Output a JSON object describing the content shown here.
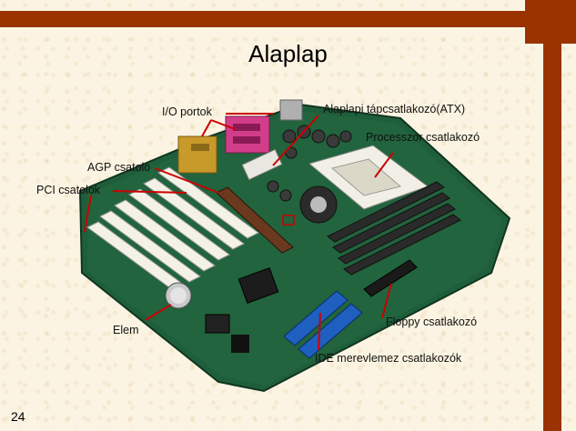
{
  "slide": {
    "title": "Alaplap",
    "page_number": "24"
  },
  "labels": {
    "io": "I/O portok",
    "atx": "Alaplapi tápcsatlakozó(ATX)",
    "cpu": "Processzor csatlakozó",
    "agp": "AGP csatoló",
    "pci": "PCI csatolók",
    "battery": "Elem",
    "floppy": "Floppy csatlakozó",
    "ide": "IDE merevlemez csatlakozók"
  },
  "colors": {
    "accent_bar": "#993300",
    "pointer_line": "#cc0000",
    "board_green": "#1f5e3a",
    "background": "#fcf4e2"
  }
}
